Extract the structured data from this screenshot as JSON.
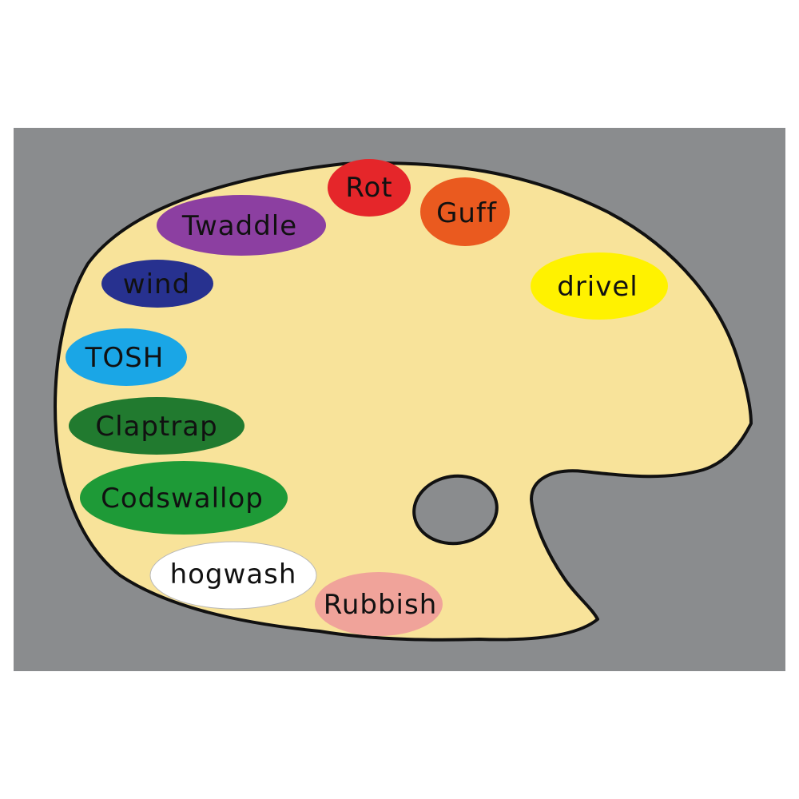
{
  "scene": {
    "background_color": "#ffffff",
    "card_color": "#8a8c8e",
    "palette_color": "#f8e39a",
    "outline_color": "#111111",
    "hole_color": "#8a8c8e"
  },
  "paint_blobs": [
    {
      "label": "Rot",
      "color": "#e5262a"
    },
    {
      "label": "Guff",
      "color": "#ea5a1f"
    },
    {
      "label": "Twaddle",
      "color": "#8c3fa1"
    },
    {
      "label": "drivel",
      "color": "#fff200"
    },
    {
      "label": "wind",
      "color": "#27318f"
    },
    {
      "label": "TOSH",
      "color": "#1aa6e6"
    },
    {
      "label": "Claptrap",
      "color": "#217a2f"
    },
    {
      "label": "Codswallop",
      "color": "#1e9a37"
    },
    {
      "label": "hogwash",
      "color": "#ffffff"
    },
    {
      "label": "Rubbish",
      "color": "#f0a39a"
    }
  ]
}
